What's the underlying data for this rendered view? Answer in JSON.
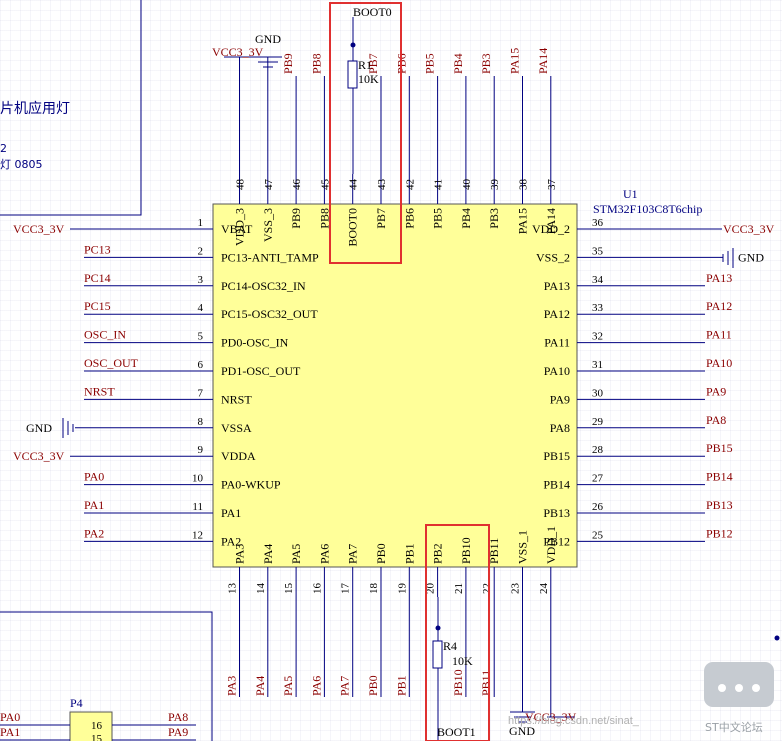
{
  "chip": {
    "designator": "U1",
    "part": "STM32F103C8T6chip",
    "left_pins": [
      {
        "num": "1",
        "name": "VBAT",
        "net": "VCC3_3V"
      },
      {
        "num": "2",
        "name": "PC13-ANTI_TAMP",
        "net": "PC13"
      },
      {
        "num": "3",
        "name": "PC14-OSC32_IN",
        "net": "PC14"
      },
      {
        "num": "4",
        "name": "PC15-OSC32_OUT",
        "net": "PC15"
      },
      {
        "num": "5",
        "name": "PD0-OSC_IN",
        "net": "OSC_IN"
      },
      {
        "num": "6",
        "name": "PD1-OSC_OUT",
        "net": "OSC_OUT"
      },
      {
        "num": "7",
        "name": "NRST",
        "net": "NRST"
      },
      {
        "num": "8",
        "name": "VSSA",
        "net": "GND"
      },
      {
        "num": "9",
        "name": "VDDA",
        "net": "VCC3_3V"
      },
      {
        "num": "10",
        "name": "PA0-WKUP",
        "net": "PA0"
      },
      {
        "num": "11",
        "name": "PA1",
        "net": "PA1"
      },
      {
        "num": "12",
        "name": "PA2",
        "net": "PA2"
      }
    ],
    "right_pins": [
      {
        "num": "36",
        "name": "VDD_2",
        "net": "VCC3_3V"
      },
      {
        "num": "35",
        "name": "VSS_2",
        "net": "GND"
      },
      {
        "num": "34",
        "name": "PA13",
        "net": "PA13"
      },
      {
        "num": "33",
        "name": "PA12",
        "net": "PA12"
      },
      {
        "num": "32",
        "name": "PA11",
        "net": "PA11"
      },
      {
        "num": "31",
        "name": "PA10",
        "net": "PA10"
      },
      {
        "num": "30",
        "name": "PA9",
        "net": "PA9"
      },
      {
        "num": "29",
        "name": "PA8",
        "net": "PA8"
      },
      {
        "num": "28",
        "name": "PB15",
        "net": "PB15"
      },
      {
        "num": "27",
        "name": "PB14",
        "net": "PB14"
      },
      {
        "num": "26",
        "name": "PB13",
        "net": "PB13"
      },
      {
        "num": "25",
        "name": "PB12",
        "net": "PB12"
      }
    ],
    "top_pins": [
      {
        "num": "48",
        "name": "VDD_3",
        "net": "VCC3_3V"
      },
      {
        "num": "47",
        "name": "VSS_3",
        "net": "GND"
      },
      {
        "num": "46",
        "name": "PB9",
        "net": "PB9"
      },
      {
        "num": "45",
        "name": "PB8",
        "net": "PB8"
      },
      {
        "num": "44",
        "name": "BOOT0",
        "net": ""
      },
      {
        "num": "43",
        "name": "PB7",
        "net": "PB7"
      },
      {
        "num": "42",
        "name": "PB6",
        "net": "PB6"
      },
      {
        "num": "41",
        "name": "PB5",
        "net": "PB5"
      },
      {
        "num": "40",
        "name": "PB4",
        "net": "PB4"
      },
      {
        "num": "39",
        "name": "PB3",
        "net": "PB3"
      },
      {
        "num": "38",
        "name": "PA15",
        "net": "PA15"
      },
      {
        "num": "37",
        "name": "PA14",
        "net": "PA14"
      }
    ],
    "bottom_pins": [
      {
        "num": "13",
        "name": "PA3",
        "net": "PA3"
      },
      {
        "num": "14",
        "name": "PA4",
        "net": "PA4"
      },
      {
        "num": "15",
        "name": "PA5",
        "net": "PA5"
      },
      {
        "num": "16",
        "name": "PA6",
        "net": "PA6"
      },
      {
        "num": "17",
        "name": "PA7",
        "net": "PA7"
      },
      {
        "num": "18",
        "name": "PB0",
        "net": "PB0"
      },
      {
        "num": "19",
        "name": "PB1",
        "net": "PB1"
      },
      {
        "num": "20",
        "name": "PB2",
        "net": ""
      },
      {
        "num": "21",
        "name": "PB10",
        "net": "PB10"
      },
      {
        "num": "22",
        "name": "PB11",
        "net": "PB11"
      },
      {
        "num": "23",
        "name": "VSS_1",
        "net": "GND"
      },
      {
        "num": "24",
        "name": "VDD_1",
        "net": "VCC3_3V"
      }
    ]
  },
  "boot0": {
    "net": "BOOT0",
    "resistor": "R1",
    "value": "10K"
  },
  "boot1": {
    "net": "BOOT1",
    "resistor": "R4",
    "value": "10K"
  },
  "power": {
    "vcc": "VCC3_3V",
    "gnd": "GND"
  },
  "led_block": {
    "title": "片机应用灯",
    "line2": "2",
    "line3": "灯 0805"
  },
  "connector": {
    "designator": "P4",
    "pins": [
      {
        "num": "16",
        "left_net": "PA0",
        "right_net": "PA8"
      },
      {
        "num": "15",
        "left_net": "PA1",
        "right_net": "PA9"
      }
    ]
  },
  "watermark": {
    "url": "https://blog.csdn.net/sinat_",
    "forum": "ST中文论坛"
  },
  "colors": {
    "chip_fill": "#ffff99",
    "wire": "#000080",
    "net_label": "#8b0000",
    "highlight": "#e03030"
  }
}
